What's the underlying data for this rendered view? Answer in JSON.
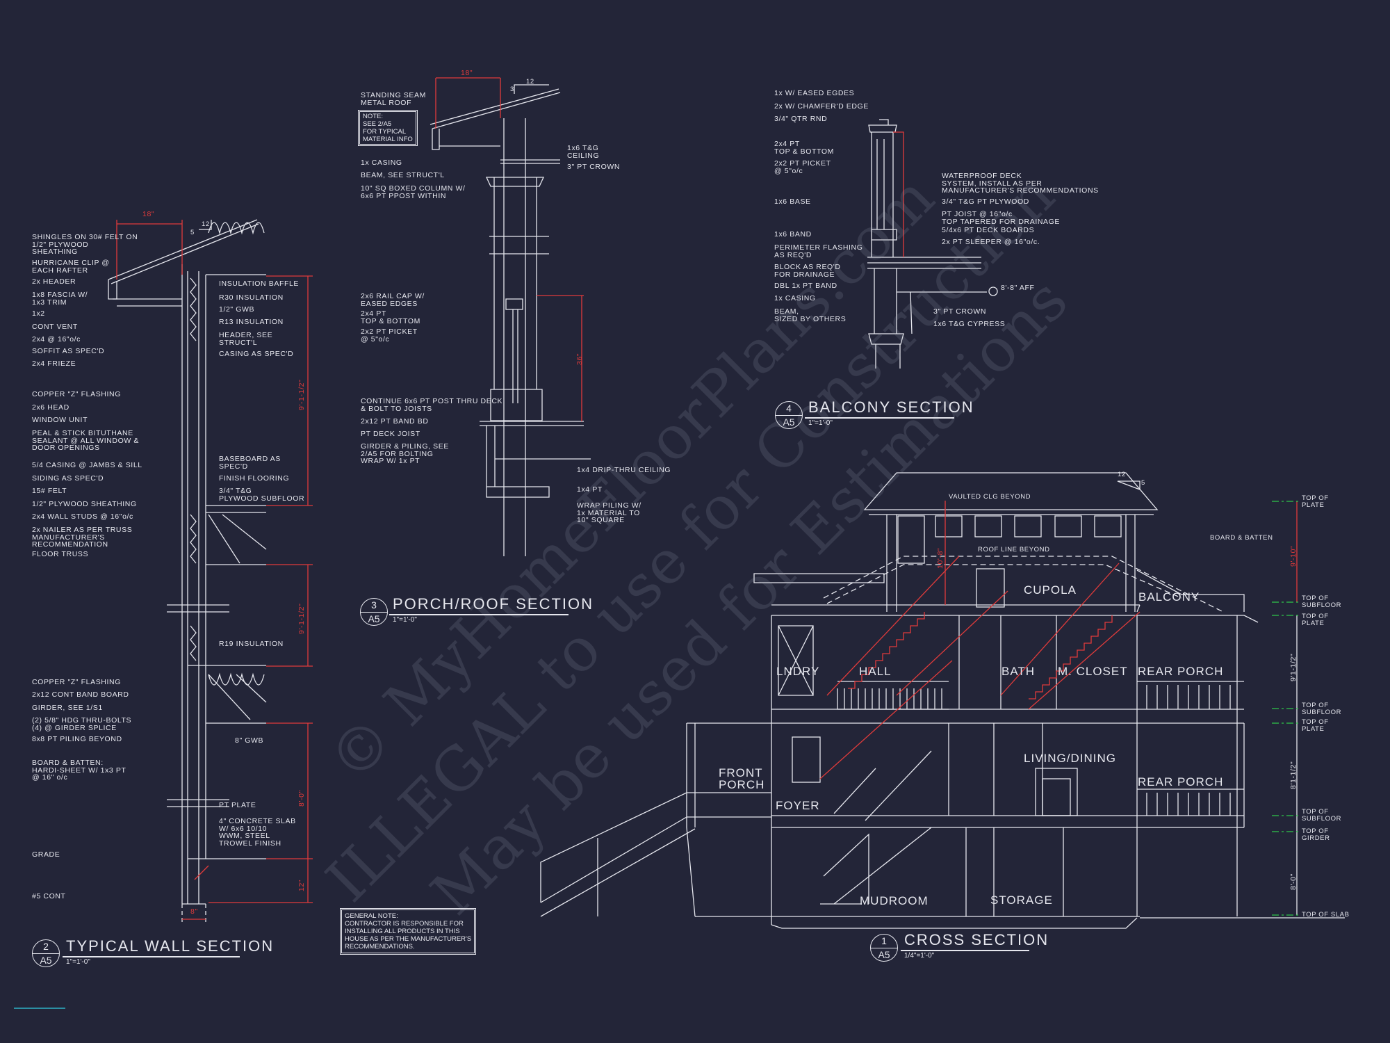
{
  "colors": {
    "background": "#232538",
    "line": "#e6e7ee",
    "dimension": "#e03b3b",
    "level_mark": "#2ec84a",
    "watermark": "#a0a5bd"
  },
  "watermark": {
    "line1": "© MyHomeFloorPlans.com",
    "line2": "ILLEGAL to use for Construction",
    "line3": "May be used for Estimations"
  },
  "wall_section": {
    "number": "2",
    "sheet": "A5",
    "title": "TYPICAL WALL SECTION",
    "scale": "1\"=1'-0\"",
    "labels": [
      "SHINGLES ON 30# FELT ON\n1/2\" PLYWOOD\nSHEATHING",
      "HURRICANE CLIP @\nEACH RAFTER",
      "2x HEADER",
      "1x8 FASCIA W/\n1x3 TRIM",
      "1x2",
      "CONT VENT",
      "2x4 @ 16\"o/c",
      "SOFFIT AS SPEC'D",
      "2x4 FRIEZE",
      "COPPER \"Z\" FLASHING",
      "2x6 HEAD",
      "WINDOW UNIT",
      "PEAL & STICK BITUTHANE\nSEALANT @ ALL WINDOW &\nDOOR OPENINGS",
      "5/4 CASING @ JAMBS & SILL",
      "SIDING AS SPEC'D",
      "15# FELT",
      "1/2\" PLYWOOD SHEATHING",
      "2x4 WALL STUDS @ 16\"o/c",
      "2x NAILER AS PER TRUSS\nMANUFACTURER'S\nRECOMMENDATION",
      "FLOOR TRUSS",
      "COPPER \"Z\" FLASHING",
      "2x12 CONT BAND BOARD",
      "GIRDER, SEE 1/S1",
      "(2) 5/8\" HDG THRU-BOLTS\n(4) @ GIRDER SPLICE",
      "8x8 PT PILING BEYOND",
      "BOARD & BATTEN:\nHARDI-SHEET W/ 1x3 PT\n@ 16\" o/c",
      "GRADE",
      "#5 CONT"
    ],
    "right_labels": [
      "INSULATION BAFFLE",
      "R30 INSULATION",
      "1/2\" GWB",
      "R13 INSULATION",
      "HEADER, SEE\nSTRUCT'L",
      "CASING AS SPEC'D",
      "BASEBOARD AS\nSPEC'D",
      "FINISH FLOORING",
      "3/4\" T&G\nPLYWOOD SUBFLOOR",
      "R19 INSULATION",
      "8\" GWB",
      "PT PLATE",
      "4\" CONCRETE SLAB\nW/ 6x6 10/10\nWWM, STEEL\nTROWEL FINISH"
    ],
    "dims": [
      "18\"",
      "9'-1-1/2\"",
      "9'-1-1/2\"",
      "8'-0\"",
      "12\"",
      "8\""
    ],
    "slope": {
      "run": "12",
      "rise": "5"
    }
  },
  "porch_section": {
    "number": "3",
    "sheet": "A5",
    "title": "PORCH/ROOF SECTION",
    "scale": "1\"=1'-0\"",
    "note": "NOTE:\nSEE 2/A5\nFOR TYPICAL\nMATERIAL INFO",
    "labels": [
      "STANDING SEAM\nMETAL ROOF",
      "1x CASING",
      "BEAM, SEE STRUCT'L",
      "10\" SQ BOXED COLUMN W/\n6x6 PT PPOST WITHIN",
      "2x6 RAIL CAP W/\nEASED EDGES",
      "2x4 PT\nTOP & BOTTOM",
      "2x2 PT PICKET\n@ 5\"o/c",
      "CONTINUE 6x6 PT POST THRU DECK\n& BOLT TO JOISTS",
      "2x12 PT BAND BD",
      "PT DECK JOIST",
      "GIRDER & PILING, SEE\n2/A5 FOR BOLTING\nWRAP W/ 1x PT"
    ],
    "right_labels": [
      "1x6 T&G\nCEILING",
      "3\" PT CROWN",
      "1x4 DRIP-THRU CEILING",
      "1x4 PT",
      "WRAP PILING W/\n1x MATERIAL TO\n10\" SQUARE"
    ],
    "dims": [
      "18\"",
      "36\""
    ],
    "slope": {
      "run": "12",
      "rise": "3"
    }
  },
  "balcony_section": {
    "number": "4",
    "sheet": "A5",
    "title": "BALCONY SECTION",
    "scale": "1\"=1'-0\"",
    "labels": [
      "1x W/ EASED EGDES",
      "2x W/ CHAMFER'D EDGE",
      "3/4\" QTR RND",
      "2x4 PT\nTOP & BOTTOM",
      "2x2 PT PICKET\n@ 5\"o/c",
      "1x6 BASE",
      "1x6 BAND",
      "PERIMETER FLASHING\nAS REQ'D",
      "BLOCK AS REQ'D\nFOR DRAINAGE",
      "DBL 1x PT BAND",
      "1x CASING",
      "BEAM,\nSIZED BY OTHERS"
    ],
    "right_labels": [
      "WATERPROOF DECK\nSYSTEM, INSTALL AS PER\nMANUFACTURER'S RECOMMENDATIONS",
      "3/4\" T&G PT PLYWOOD",
      "PT JOIST @ 16\"o/c\nTOP TAPERED FOR DRAINAGE",
      "5/4x6 PT DECK BOARDS",
      "2x PT SLEEPER @ 16\"o/c.",
      "8'-8\" AFF",
      "3\" PT CROWN",
      "1x6 T&G CYPRESS"
    ]
  },
  "cross_section": {
    "number": "1",
    "sheet": "A5",
    "title": "CROSS SECTION",
    "scale": "1/4\"=1'-0\"",
    "notes": [
      "VAULTED CLG BEYOND",
      "ROOF LINE BEYOND",
      "BOARD & BATTEN"
    ],
    "slope": {
      "run": "12",
      "rise": "5"
    },
    "rooms": [
      "CUPOLA",
      "BALCONY",
      "LNDRY",
      "HALL",
      "BATH",
      "M. CLOSET",
      "REAR PORCH",
      "LIVING/DINING",
      "FRONT\nPORCH",
      "REAR PORCH",
      "FOYER",
      "MUDROOM",
      "STORAGE"
    ],
    "levels": [
      "TOP OF\nPLATE",
      "TOP OF\nSUBFLOOR",
      "TOP OF\nPLATE",
      "TOP OF\nSUBFLOOR",
      "TOP OF\nPLATE",
      "TOP OF\nSUBFLOOR",
      "TOP OF\nGIRDER",
      "TOP OF SLAB"
    ],
    "dims": [
      "9'-10\"",
      "9'1-1/2\"",
      "8'1-1/2\"",
      "8'-0\"",
      "10'-8\""
    ]
  },
  "general_note": "GENERAL NOTE:\nCONTRACTOR IS RESPONSIBLE FOR\nINSTALLING ALL PRODUCTS IN THIS\nHOUSE AS PER THE MANUFACTURER'S\nRECOMMENDATIONS."
}
